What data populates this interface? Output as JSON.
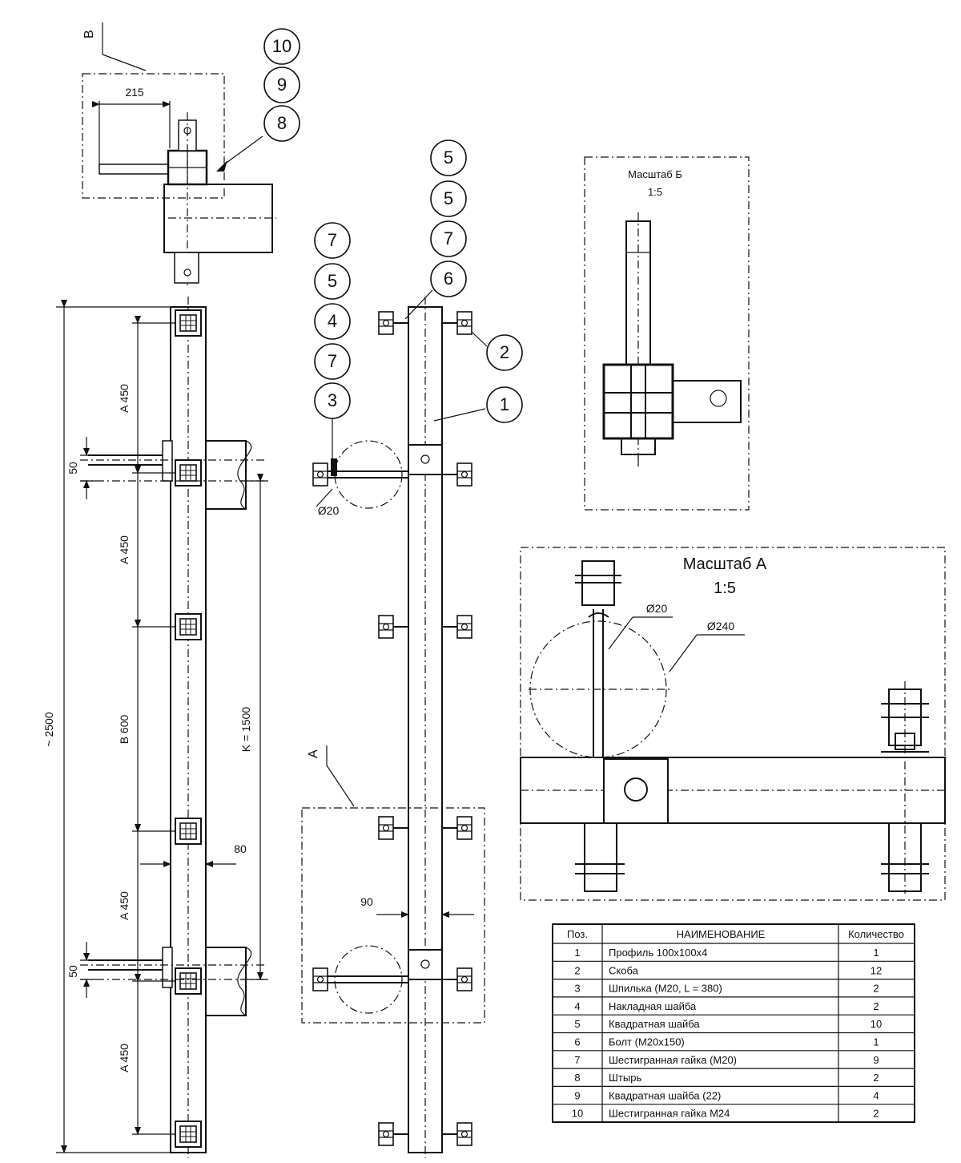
{
  "balloons": {
    "b10": "10",
    "b9": "9",
    "b8": "8",
    "c5a": "5",
    "c5b": "5",
    "c7a": "7",
    "c6": "6",
    "l7a": "7",
    "l5": "5",
    "l4": "4",
    "l7b": "7",
    "l3": "3",
    "r2": "2",
    "r1": "1"
  },
  "dimensions": {
    "d215": "215",
    "overall": "~ 2500",
    "a450_1": "A 450",
    "a450_2": "A 450",
    "b600": "B 600",
    "a450_3": "A 450",
    "a450_4": "A 450",
    "d50_1": "50",
    "d50_2": "50",
    "k1500": "K = 1500",
    "d80": "80",
    "d90": "90",
    "phi20": "Ø20",
    "phi20a": "Ø20",
    "phi240": "Ø240"
  },
  "view_labels": {
    "B": "B",
    "A": "A",
    "scale_b_title": "Масштаб Б",
    "scale_b_ratio": "1:5",
    "scale_a_title": "Масштаб A",
    "scale_a_ratio": "1:5"
  },
  "parts_table": {
    "headers": [
      "Поз.",
      "НАИМЕНОВАНИЕ",
      "Количество"
    ],
    "rows": [
      [
        "1",
        "Профиль 100х100х4",
        "1"
      ],
      [
        "2",
        "Скоба",
        "12"
      ],
      [
        "3",
        "Шпилька (М20, L = 380)",
        "2"
      ],
      [
        "4",
        "Накладная шайба",
        "2"
      ],
      [
        "5",
        "Квадратная шайба",
        "10"
      ],
      [
        "6",
        "Болт (М20х150)",
        "1"
      ],
      [
        "7",
        "Шестигранная гайка (М20)",
        "9"
      ],
      [
        "8",
        "Штырь",
        "2"
      ],
      [
        "9",
        "Квадратная шайба (22)",
        "4"
      ],
      [
        "10",
        "Шестигранная гайка М24",
        "2"
      ]
    ]
  }
}
